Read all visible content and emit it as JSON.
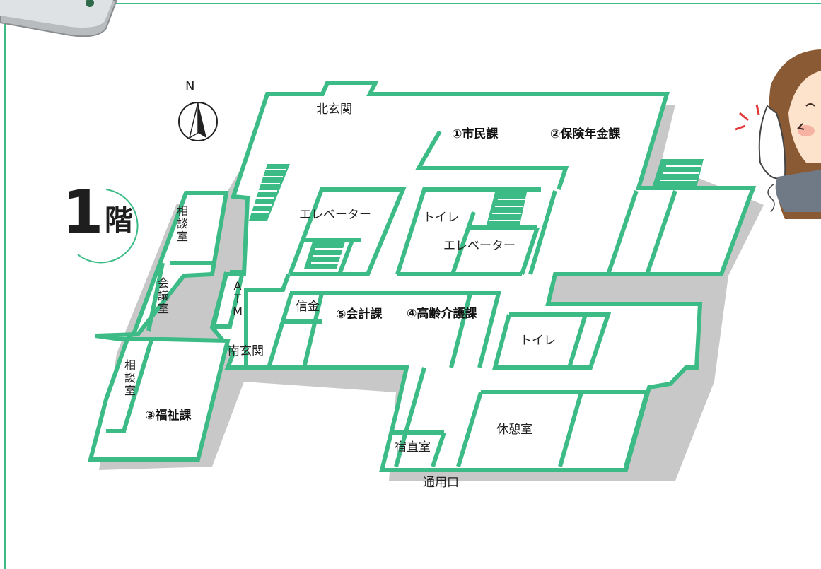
{
  "colors": {
    "wall": "#3dbb86",
    "shadow": "#c8c8c8",
    "frame": "#3dbb86",
    "text": "#222222"
  },
  "floor": {
    "number": "1",
    "kanji": "階"
  },
  "compass": {
    "north_label": "N"
  },
  "rooms": {
    "north_entrance": "北玄関",
    "shimin": "①市民課",
    "hoken_nenkin": "②保険年金課",
    "fukushi": "③福祉課",
    "koureikaigo": "④高齢介護課",
    "kaikei": "⑤会計課",
    "elevator_left": "エレベーター",
    "toilet_center": "トイレ",
    "elevator_center": "エレベーター",
    "shinkin": "信金",
    "south_entrance": "南玄関",
    "toilet_right": "トイレ",
    "kyukeishitsu": "休憩室",
    "shukuchokushitsu": "宿直室",
    "tsuyouguchi": "通用口",
    "atm": "ATM",
    "soudanshitsu_top": "相談室",
    "kaigishitsu": "会議室",
    "soudanshitsu_bottom": "相談室"
  }
}
